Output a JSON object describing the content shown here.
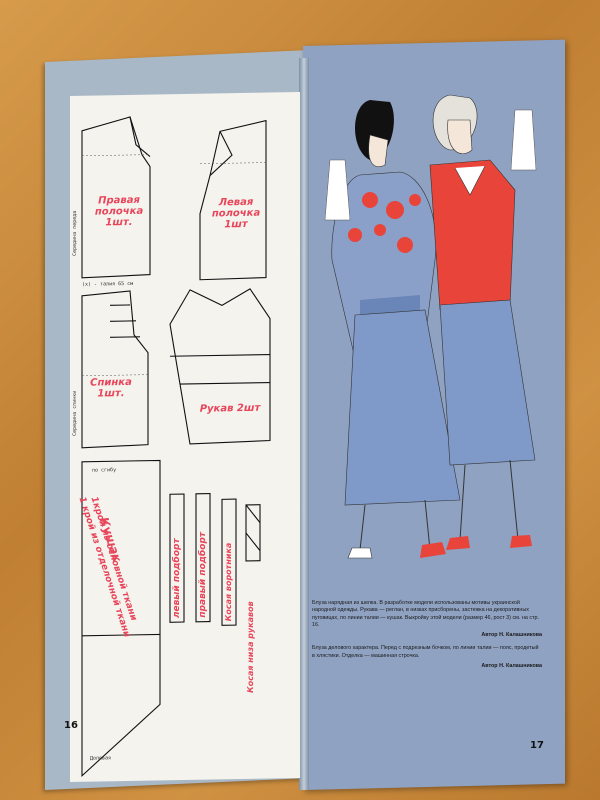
{
  "pages": {
    "left_number": "16",
    "right_number": "17"
  },
  "pattern": {
    "right_front": "Правая полочка 1шт.",
    "left_front": "Левая полочка 1шт",
    "back": "Спинка 1шт.",
    "sleeve": "Рукав 2шт",
    "sash": "Кушак",
    "sash_main": "1крой из основной ткани",
    "sash_trim": "1 крой из отделочной ткани",
    "hem_facing": "левый подборт",
    "right_facing": "правый подборт",
    "collar_bias": "Косая воротника",
    "cuff_bias": "Косая низа рукавов",
    "po_sgibu": "по сгибу",
    "dolevaya": "Долевая",
    "center_front": "Середина переда",
    "center_back": "Середина спинки",
    "waist_line": "(х) - талия 65 см"
  },
  "captions": [
    {
      "text": "Блуза нарядная из шелка. В разработке модели использованы мотивы украинской народной одежды. Рукава — реглан, в низках присборены, застежка на декоративных пуговицах, по линии талии — кушак. Выкройку этой модели (размер 46, рост 3) см. на стр. 16.",
      "author": "Автор Н. Калашникова"
    },
    {
      "text": "Блуза делового характера. Перед с подрезным бочком, по линии талии — пояс, продетый в хлястики. Отделка — машинная строчка.",
      "author": "Автор Н. Калашникова"
    }
  ],
  "colors": {
    "pattern_label": "#e8455a",
    "page_blue": "#8fa2c2",
    "blouse_red": "#e8443a",
    "skirt_blue": "#7f99c9"
  }
}
